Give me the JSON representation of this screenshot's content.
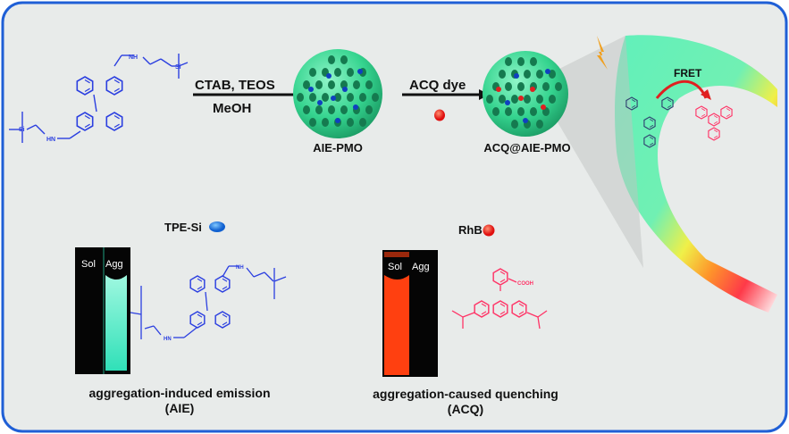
{
  "top_row": {
    "step1_reagents": "CTAB, TEOS",
    "step1_solvent": "MeOH",
    "particle1_label": "AIE-PMO",
    "step2_reagent": "ACQ dye",
    "particle2_label": "ACQ@AIE-PMO",
    "fret_label": "FRET"
  },
  "aie_panel": {
    "compound_label": "TPE-Si",
    "vial_left": "Sol",
    "vial_right": "Agg",
    "caption_line1": "aggregation-induced emission",
    "caption_line2": "(AIE)"
  },
  "acq_panel": {
    "compound_label": "RhB",
    "vial_left": "Sol",
    "vial_right": "Agg",
    "cooh_label": "COOH",
    "caption_line1": "aggregation-caused quenching",
    "caption_line2": "(ACQ)"
  },
  "colors": {
    "frame": "#1f5fd6",
    "background": "#e8ebea",
    "tpe_blue": "#2b3fe0",
    "rhb_pink": "#ff3366",
    "sphere_green": "#3fe0a0",
    "aie_cyan": "#40f0c0",
    "acq_orange": "#ff4010"
  }
}
